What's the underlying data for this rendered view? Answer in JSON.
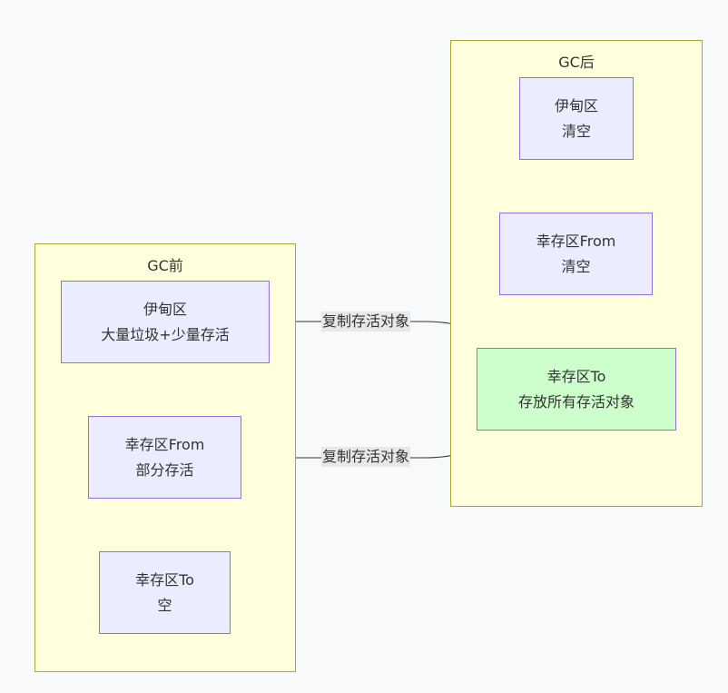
{
  "before": {
    "title": "GC前",
    "eden": {
      "line1": "伊甸区",
      "line2": "大量垃圾+少量存活"
    },
    "from": {
      "line1": "幸存区From",
      "line2": "部分存活"
    },
    "to": {
      "line1": "幸存区To",
      "line2": "空"
    }
  },
  "after": {
    "title": "GC后",
    "eden": {
      "line1": "伊甸区",
      "line2": "清空"
    },
    "from": {
      "line1": "幸存区From",
      "line2": "清空"
    },
    "to": {
      "line1": "幸存区To",
      "line2": "存放所有存活对象"
    }
  },
  "edges": [
    {
      "label": "复制存活对象"
    },
    {
      "label": "复制存活对象"
    }
  ],
  "colors": {
    "cluster_fill": "#ffffde",
    "cluster_border": "#aaaa33",
    "node_fill": "#ececff",
    "node_border": "#9370db",
    "highlight_fill": "#ccffcc",
    "edge": "#333333",
    "edge_label_bg": "#e8e8e8"
  }
}
